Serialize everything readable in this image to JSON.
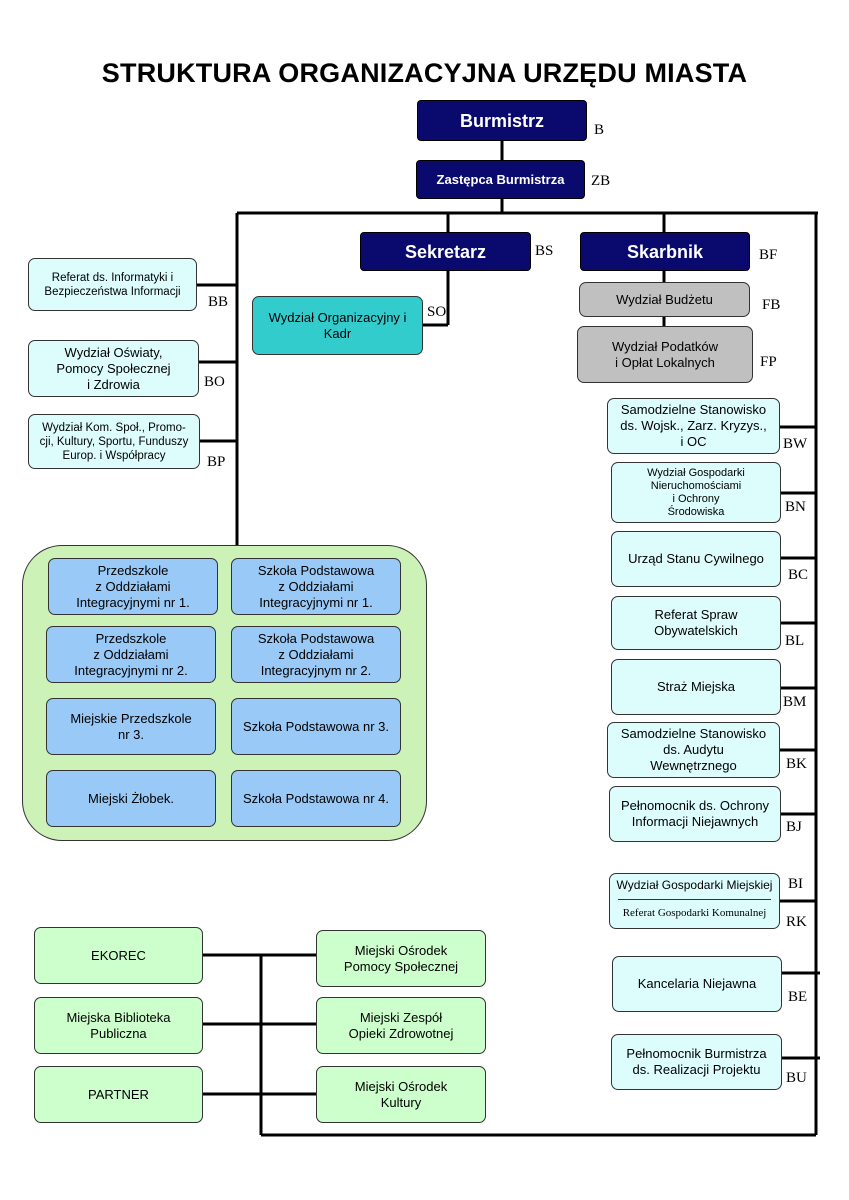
{
  "title": "STRUKTURA ORGANIZACYJNA URZĘDU MIASTA",
  "top": {
    "burmistrz": {
      "label": "Burmistrz",
      "code": "B"
    },
    "zastepca": {
      "label": "Zastępca Burmistrza",
      "code": "ZB"
    },
    "sekretarz": {
      "label": "Sekretarz",
      "code": "BS"
    },
    "skarbnik": {
      "label": "Skarbnik",
      "code": "BF"
    }
  },
  "left_units": [
    {
      "label": "Referat ds. Informatyki i\nBezpieczeństwa Informacji",
      "code": "BB"
    },
    {
      "label": "Wydział Oświaty,\nPomocy Społecznej\ni Zdrowia",
      "code": "BO"
    },
    {
      "label": "Wydział Kom. Społ., Promo-\ncji, Kultury, Sportu, Funduszy\nEurop. i Współpracy",
      "code": "BP"
    }
  ],
  "secretary_units": [
    {
      "label": "Wydział Organizacyjny i\nKadr",
      "code": "SO"
    }
  ],
  "treasurer_units": [
    {
      "label": "Wydział Budżetu",
      "code": "FB"
    },
    {
      "label": "Wydział Podatków\ni Opłat Lokalnych",
      "code": "FP"
    }
  ],
  "right_units": [
    {
      "label": "Samodzielne Stanowisko\nds. Wojsk., Zarz. Kryzys.,\ni OC",
      "code": "BW"
    },
    {
      "label": "Wydział Gospodarki\nNieruchomościami\ni Ochrony\nŚrodowiska",
      "code": "BN"
    },
    {
      "label": "Urząd Stanu Cywilnego",
      "code": "BC"
    },
    {
      "label": "Referat Spraw\nObywatelskich",
      "code": "BL"
    },
    {
      "label": "Straż Miejska",
      "code": "BM"
    },
    {
      "label": "Samodzielne Stanowisko\nds. Audytu\nWewnętrznego",
      "code": "BK"
    },
    {
      "label": "Pełnomocnik ds. Ochrony\nInformacji Niejawnych",
      "code": "BJ"
    },
    {
      "label": "Kancelaria Niejawna",
      "code": "BE"
    },
    {
      "label": "Pełnomocnik Burmistrza\nds. Realizacji Projektu",
      "code": "BU"
    }
  ],
  "split_unit": {
    "top_label": "Wydział Gospodarki Miejskiej",
    "bottom_label": "Referat Gospodarki Komunalnej",
    "top_code": "BI",
    "bottom_code": "RK"
  },
  "schools": [
    "Przedszkole\nz Oddziałami\nIntegracyjnymi nr 1.",
    "Szkoła Podstawowa\nz Oddziałami\nIntegracyjnymi nr 1.",
    "Przedszkole\nz Oddziałami\nIntegracyjnymi nr 2.",
    "Szkoła Podstawowa\nz  Oddziałami\nIntegracyjnym nr 2.",
    "Miejskie Przedszkole\nnr 3.",
    "Szkoła Podstawowa nr 3.",
    "Miejski Żłobek.",
    "Szkoła Podstawowa nr 4."
  ],
  "municipal_units": [
    "EKOREC",
    "Miejski Ośrodek\nPomocy Społecznej",
    "Miejska Biblioteka\nPubliczna",
    "Miejski Zespół\nOpieki Zdrowotnej",
    "PARTNER",
    "Miejski Ośrodek\nKultury"
  ],
  "colors": {
    "navy": "#0a0a6e",
    "light_cyan": "#ddfdfd",
    "teal": "#33cccc",
    "gray": "#c0c0c0",
    "light_blue": "#99c9f7",
    "light_green": "#ccffcc",
    "panel_green": "#ccf2b8"
  }
}
